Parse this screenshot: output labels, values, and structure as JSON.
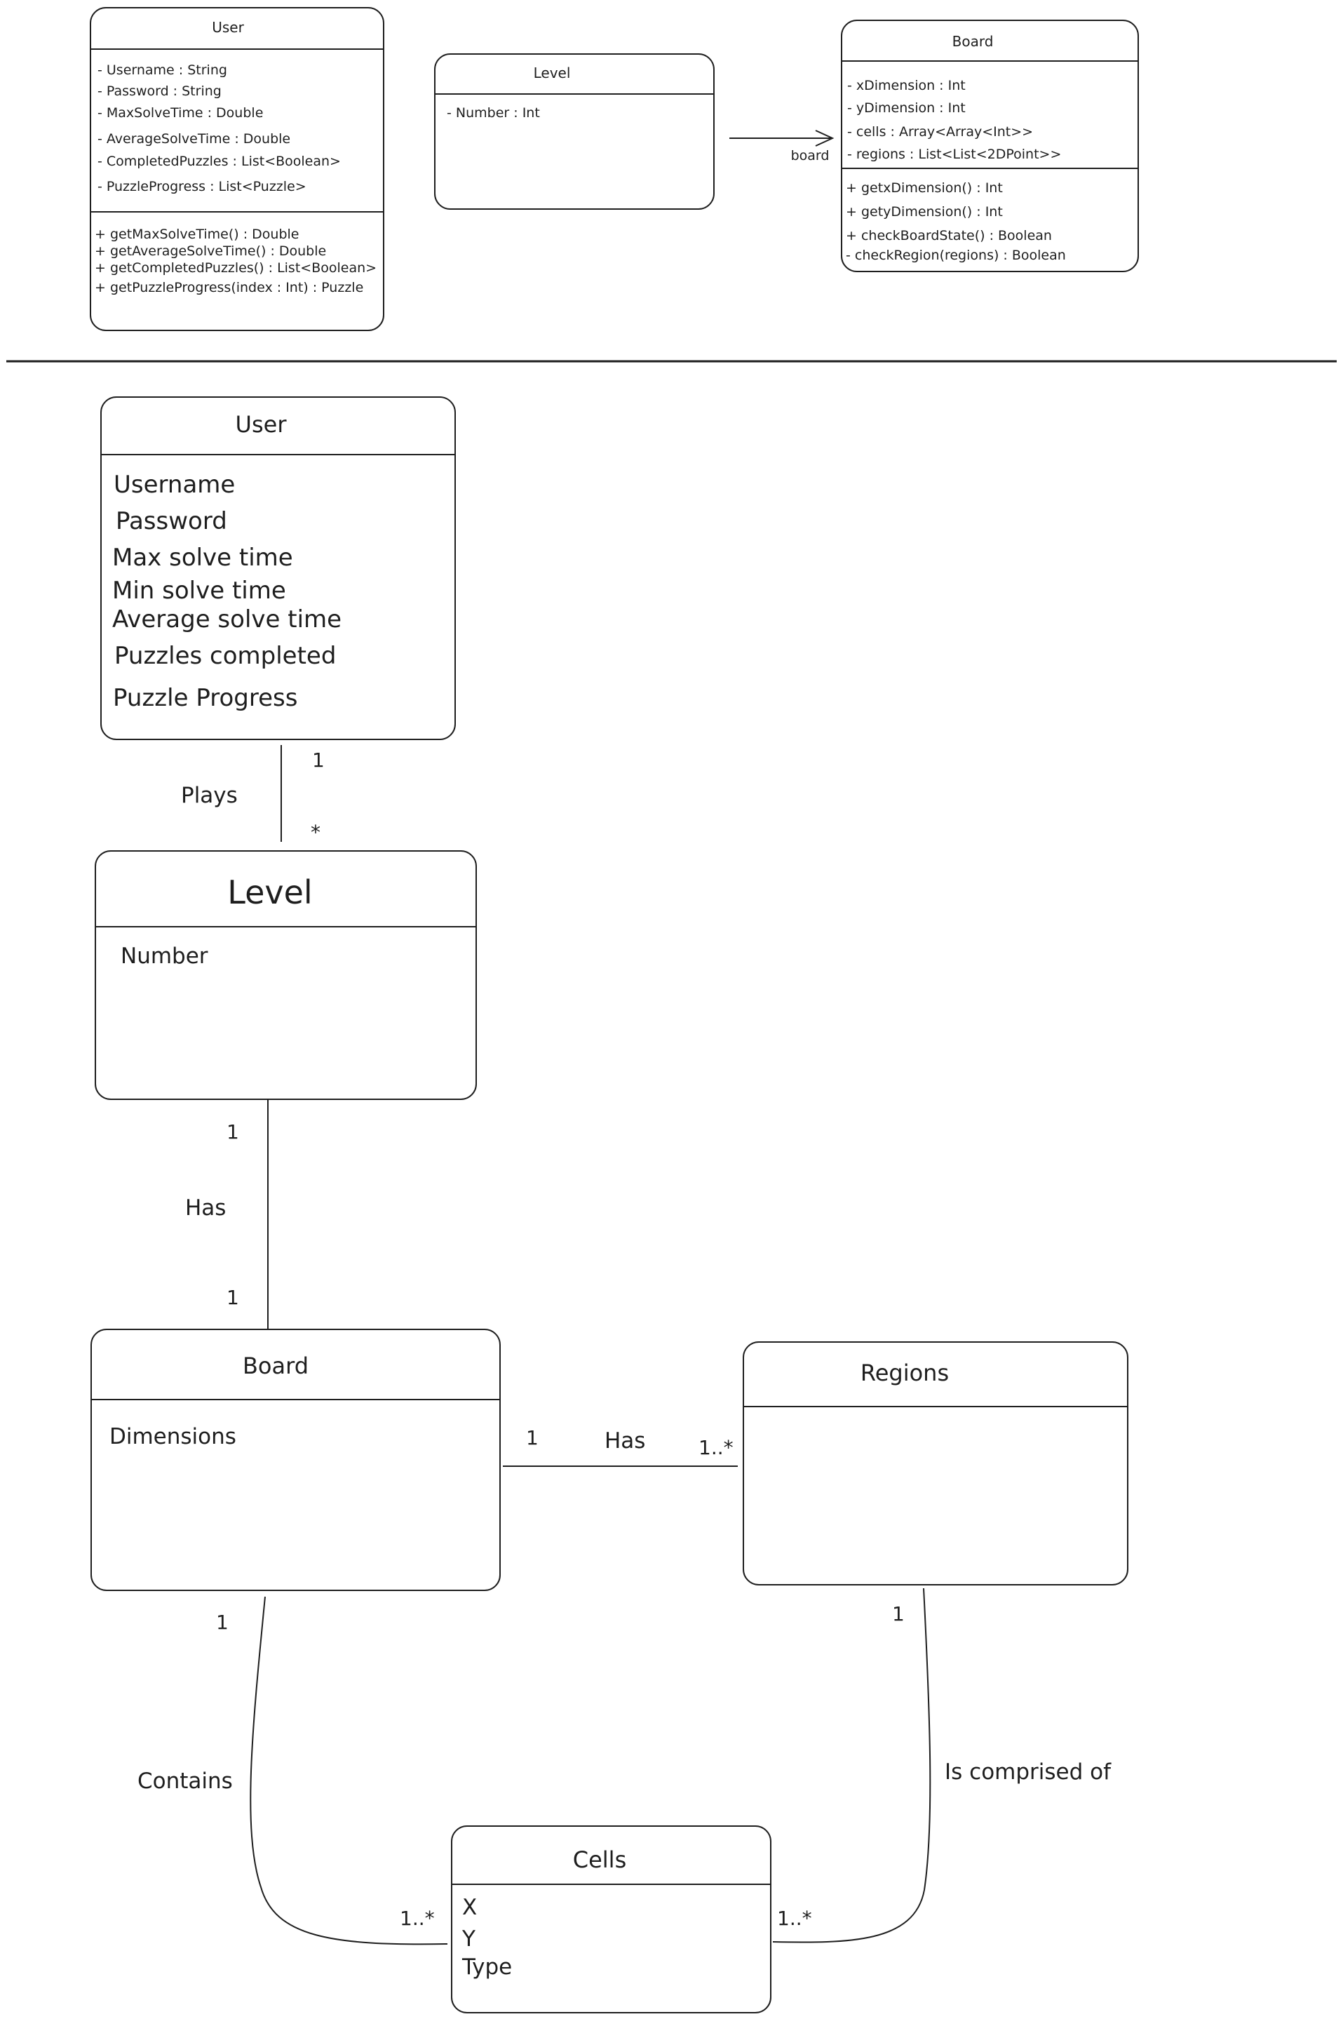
{
  "top_diagram": {
    "user": {
      "title": "User",
      "attributes": [
        "- Username : String",
        "- Password : String",
        "- MaxSolveTime : Double",
        "- AverageSolveTime : Double",
        "- CompletedPuzzles : List<Boolean>",
        "- PuzzleProgress : List<Puzzle>"
      ],
      "methods": [
        "+ getMaxSolveTime() : Double",
        "+ getAverageSolveTime() : Double",
        "+ getCompletedPuzzles() : List<Boolean>",
        "+ getPuzzleProgress(index : Int) : Puzzle"
      ]
    },
    "level": {
      "title": "Level",
      "attributes": [
        "- Number : Int"
      ]
    },
    "board": {
      "title": "Board",
      "attributes": [
        "- xDimension : Int",
        "- yDimension : Int",
        "- cells : Array<Array<Int>>",
        "- regions : List<List<2DPoint>>"
      ],
      "methods": [
        "+ getxDimension() : Int",
        "+ getyDimension() : Int",
        "+ checkBoardState() : Boolean",
        "- checkRegion(regions) : Boolean"
      ]
    },
    "association": {
      "label": "board"
    }
  },
  "bottom_diagram": {
    "user": {
      "title": "User",
      "attributes": [
        "Username",
        "Password",
        "Max solve time",
        "Min solve time",
        "Average solve time",
        "Puzzles completed",
        "Puzzle Progress"
      ]
    },
    "level": {
      "title": "Level",
      "attributes": [
        "Number"
      ]
    },
    "board": {
      "title": "Board",
      "attributes": [
        "Dimensions"
      ]
    },
    "regions": {
      "title": "Regions",
      "attributes": []
    },
    "cells": {
      "title": "Cells",
      "attributes": [
        "X",
        "Y",
        "Type"
      ]
    },
    "relations": {
      "user_level": {
        "label": "Plays",
        "mult_top": "1",
        "mult_bottom": "*"
      },
      "level_board": {
        "label": "Has",
        "mult_top": "1",
        "mult_bottom": "1"
      },
      "board_regions": {
        "label": "Has",
        "mult_left": "1",
        "mult_right": "1..*"
      },
      "board_cells": {
        "label": "Contains",
        "mult_board": "1",
        "mult_cells": "1..*"
      },
      "regions_cells": {
        "label": "Is comprised of",
        "mult_regions": "1",
        "mult_cells": "1..*"
      }
    }
  }
}
